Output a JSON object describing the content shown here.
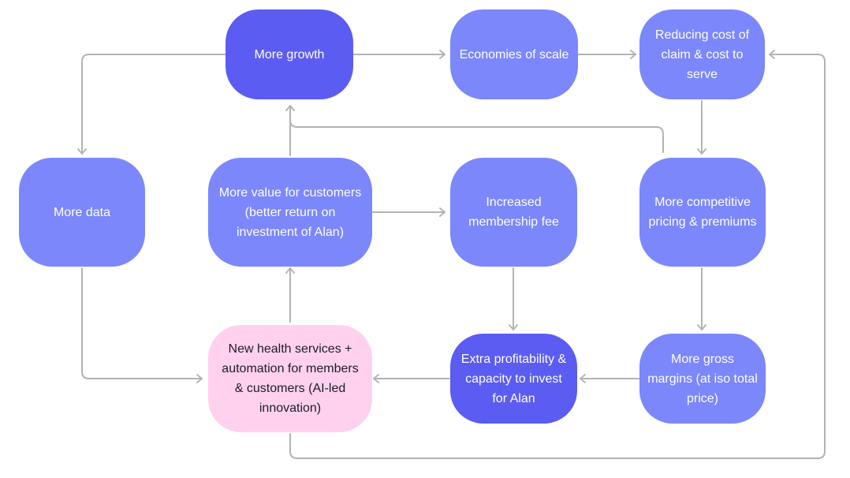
{
  "nodes": {
    "more_growth": "More growth",
    "economies_of_scale": "Economies of scale",
    "reducing_cost": "Reducing cost of claim & cost to serve",
    "more_data": "More data",
    "more_value": "More value for customers (better return on investment of Alan)",
    "increased_fee": "Increased membership fee",
    "competitive_pricing": "More competitive pricing & premiums",
    "health_services": "New health services + automation for members & customers (AI-led innovation)",
    "extra_profitability": "Extra profitability & capacity to invest for Alan",
    "gross_margins": "More gross margins (at iso total price)"
  },
  "colors": {
    "node_fill": "#7b87fb",
    "node_fill_dark": "#5b5cf2",
    "node_fill_highlight": "#ffd1ef",
    "arrow": "#b3b3b3"
  }
}
